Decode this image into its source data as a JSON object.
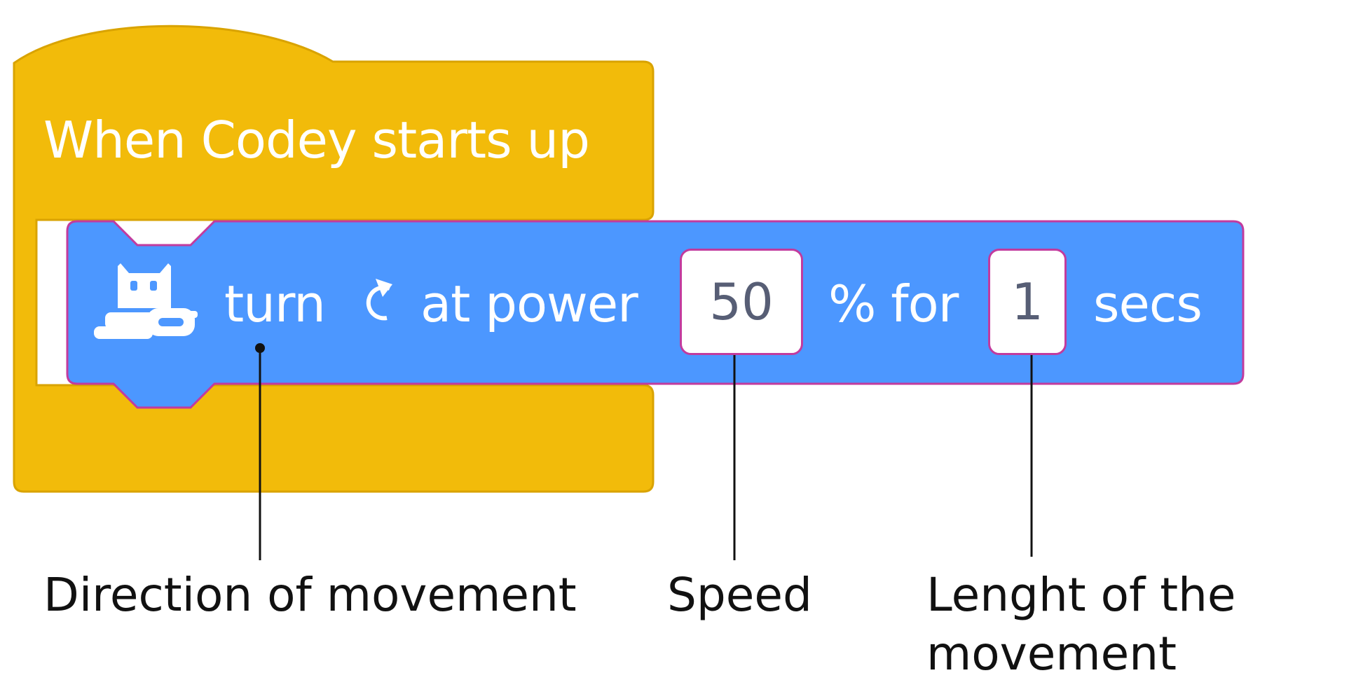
{
  "hat_block": {
    "label": "When Codey starts up",
    "color": "#f2bb0a",
    "border_color": "#d9a300"
  },
  "motion_block": {
    "icon": "codey-robot-icon",
    "word_turn": "turn",
    "direction_icon": "rotate-clockwise-icon",
    "text_at_power": "at power",
    "power_value": "50",
    "text_percent_for": "% for",
    "duration_value": "1",
    "text_secs": "secs",
    "color": "#4c97ff",
    "border_color": "#c23b9e"
  },
  "callouts": {
    "direction": "Direction of movement",
    "speed": "Speed",
    "length_line1": "Lenght of the",
    "length_line2": "movement"
  }
}
